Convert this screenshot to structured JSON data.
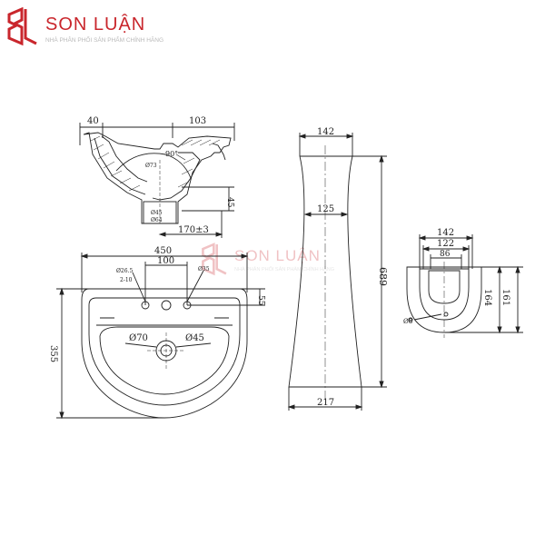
{
  "brand": {
    "name": "SON LUẬN",
    "tagline": "NHÀ PHÂN PHỐI SẢN PHẨM CHÍNH HÃNG",
    "color": "#c9262c"
  },
  "watermark": {
    "name": "SON LUẬN",
    "tagline": "NHÀ PHÂN PHỐI SẢN PHẨM CHÍNH HÃNG"
  },
  "side_section": {
    "dim_top_left": "40",
    "dim_top_right": "103",
    "dim_angle": "90°",
    "dim_inner_top": "Ø73",
    "dim_height": "45",
    "dim_drain": "Ø45",
    "dim_pipe": "Ø64",
    "dim_projection": "170±3"
  },
  "basin_top": {
    "dim_width": "450",
    "dim_hole_spacing": "100",
    "dim_hole_left_top": "Ø26.5",
    "dim_hole_left_bottom": "2-10",
    "dim_hole_right": "Ø35",
    "dim_depth": "55",
    "dim_height": "355",
    "dim_overflow": "Ø70",
    "dim_drain": "Ø45"
  },
  "pedestal_front": {
    "dim_top": "142",
    "dim_mid": "125",
    "dim_height": "689",
    "dim_bottom": "217"
  },
  "pedestal_top": {
    "dim_outer": "142",
    "dim_mid": "122",
    "dim_inner": "86",
    "dim_height_a": "164",
    "dim_height_b": "161",
    "dim_hole": "Ø8"
  }
}
